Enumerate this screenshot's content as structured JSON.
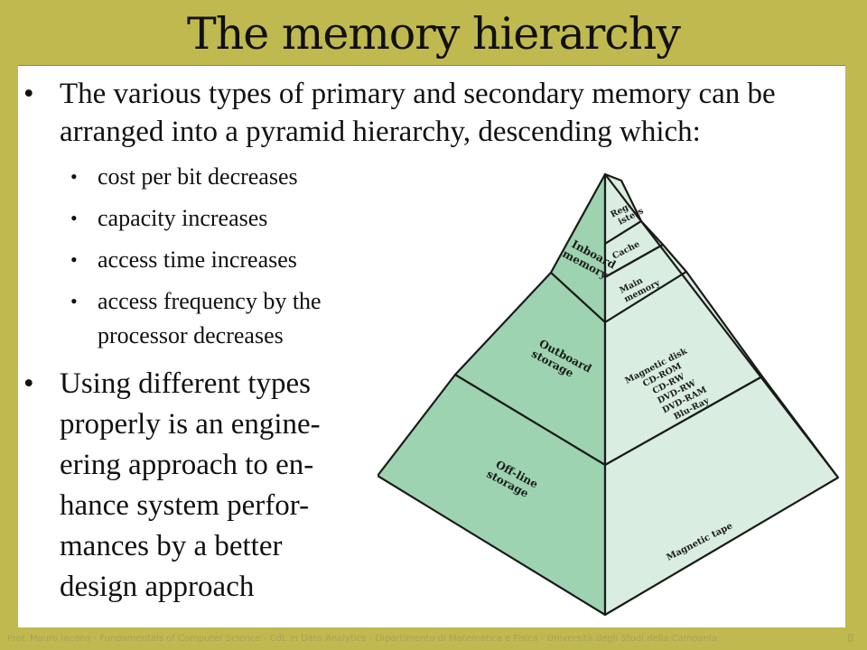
{
  "slide": {
    "title": "The memory hierarchy",
    "bullet1": "The various types of primary and secondary memory can be arranged into a pyramid hierarchy, descending which:",
    "subbullets": [
      "cost per bit decreases",
      "capacity increases",
      "access time increases",
      "access frequency by the processor decreases"
    ],
    "bullet2_lines": [
      "Using different types",
      "properly is an engine-",
      "ering approach to en-",
      "hance system perfor-",
      "mances by a better",
      "design approach"
    ],
    "bullet_glyph": "•"
  },
  "pyramid": {
    "left_labels": {
      "inboard": [
        "Inboard",
        "memory"
      ],
      "outboard": [
        "Outboard",
        "storage"
      ],
      "offline": [
        "Off-line",
        "storage"
      ]
    },
    "right_labels": {
      "registers": [
        "Reg-",
        "isters"
      ],
      "cache": "Cache",
      "main_memory": [
        "Main",
        "memory"
      ],
      "outboard_media": [
        "Magnetic disk",
        "CD-ROM",
        "CD-RW",
        "DVD-RW",
        "DVD-RAM",
        "Blu-Ray"
      ],
      "tape": "Magnetic tape"
    },
    "colors": {
      "left_face": "#9dd3b0",
      "right_face": "#d9ede0",
      "outline": "#1a1a1a"
    }
  },
  "footer": {
    "text": "Prof. Mauro Iacono - Fundamentals of Computer Science - CdL in Data Analytics - Dipartimento di Matematica e Fisica - Università degli Studi della Campania",
    "page": "8"
  }
}
